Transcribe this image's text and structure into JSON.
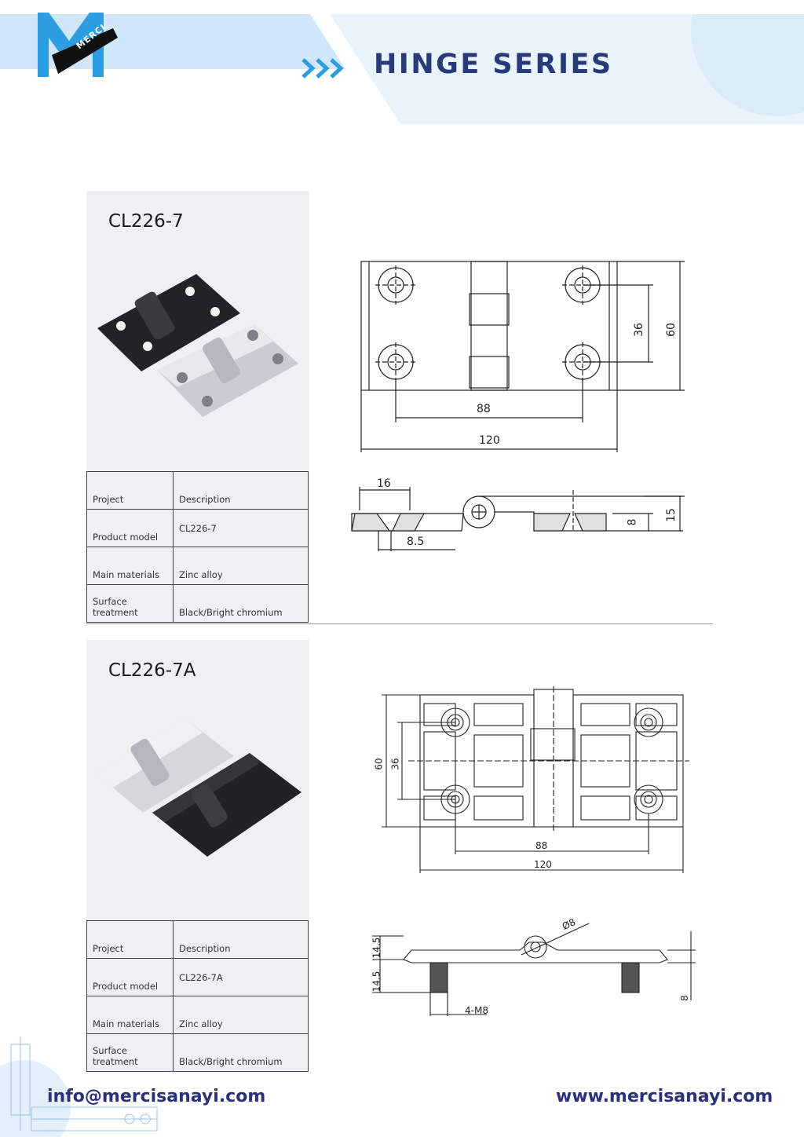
{
  "header": {
    "brand": "MERCI",
    "series_title": "HINGE SERIES"
  },
  "products": [
    {
      "model": "CL226-7",
      "table": {
        "header": {
          "label": "Project",
          "value": "Description"
        },
        "rows": [
          {
            "label": "Product model",
            "value": "CL226-7"
          },
          {
            "label": "Main materials",
            "value": "Zinc alloy"
          },
          {
            "label": "Surface treatment",
            "value": "Black/Bright chromium"
          }
        ]
      },
      "dimensions": {
        "d_88": "88",
        "d_120": "120",
        "d_36": "36",
        "d_60": "60",
        "d_16": "16",
        "d_8_5": "8.5",
        "d_8": "8",
        "d_15": "15"
      }
    },
    {
      "model": "CL226-7A",
      "table": {
        "header": {
          "label": "Project",
          "value": "Description"
        },
        "rows": [
          {
            "label": "Product model",
            "value": "CL226-7A"
          },
          {
            "label": "Main materials",
            "value": "Zinc alloy"
          },
          {
            "label": "Surface treatment",
            "value": "Black/Bright chromium"
          }
        ]
      },
      "dimensions": {
        "d_88": "88",
        "d_120": "120",
        "d_36": "36",
        "d_60": "60",
        "d_phi8": "Ø8",
        "d_14_5_top": "14.5",
        "d_14_5_bottom": "14.5",
        "d_8": "8",
        "d_4m8": "4-M8"
      }
    }
  ],
  "footer": {
    "email": "info@mercisanayi.com",
    "website": "www.mercisanayi.com"
  },
  "colors": {
    "title_navy": "#273a7a",
    "footer_navy": "#2c2f7a",
    "logo_blue": "#2e9ce0",
    "band_light": "#e8f3fb",
    "band_blue": "#cfe7f8",
    "panel_gray": "#eef0f4"
  }
}
